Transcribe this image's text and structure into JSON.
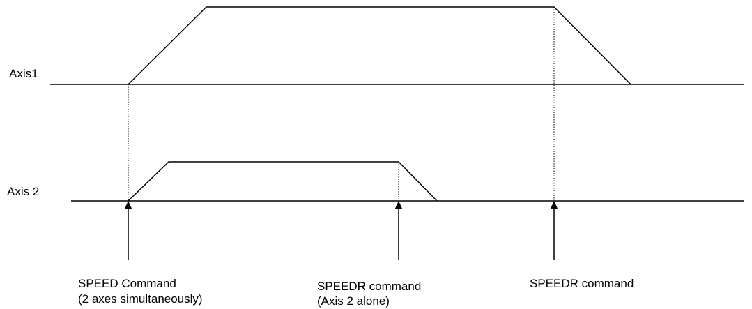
{
  "axes": {
    "axis1_label": "Axis1",
    "axis2_label": "Axis 2"
  },
  "commands": [
    {
      "line1": "SPEED Command",
      "line2": "(2 axes simultaneously)"
    },
    {
      "line1": "SPEEDR command",
      "line2": "(Axis 2 alone)"
    },
    {
      "line1": "SPEEDR command",
      "line2": ""
    }
  ],
  "colors": {
    "line": "#000000",
    "background": "#ffffff"
  }
}
